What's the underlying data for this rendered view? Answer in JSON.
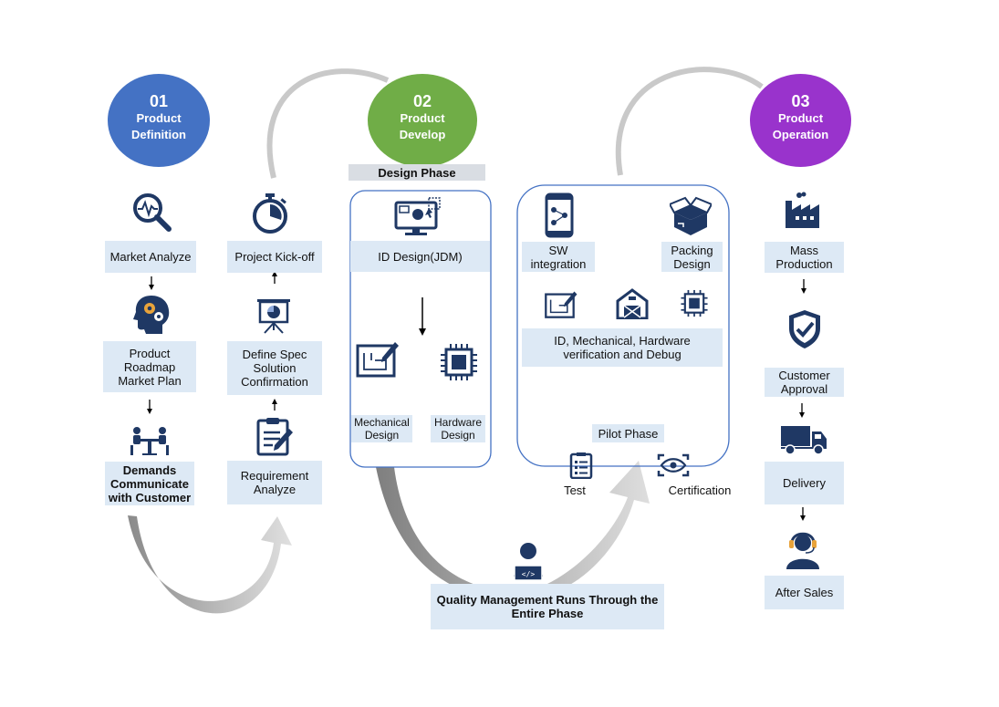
{
  "colors": {
    "blue": "#4472c4",
    "green": "#70ad47",
    "purple": "#9933cc",
    "icon": "#1f3864",
    "box": "#dde9f5"
  },
  "phase1": {
    "num": "01",
    "title_line1": "Product",
    "title_line2": "Definition",
    "steps": {
      "market": "Market Analyze",
      "roadmap": "Product\nRoadmap\nMarket Plan",
      "demands": "Demands\nCommunicate\nwith Customer",
      "kickoff": "Project Kick-off",
      "spec": "Define Spec\nSolution\nConfirmation",
      "requirement": "Requirement\nAnalyze"
    }
  },
  "phase2": {
    "num": "02",
    "title_line1": "Product",
    "title_line2": "Develop",
    "design_phase": "Design Phase",
    "id_design": "ID Design(JDM)",
    "mechanical": "Mechanical\nDesign",
    "hardware": "Hardware\nDesign",
    "sw": "SW\nintegration",
    "packing": "Packing\nDesign",
    "verification": "ID, Mechanical, Hardware\nverification and Debug",
    "pilot": "Pilot Phase",
    "test": "Test",
    "certification": "Certification",
    "quality": "Quality Management Runs Through the\nEntire Phase"
  },
  "phase3": {
    "num": "03",
    "title_line1": "Product",
    "title_line2": "Operation",
    "mass": "Mass\nProduction",
    "approval": "Customer\nApproval",
    "delivery": "Delivery",
    "aftersales": "After Sales"
  },
  "icons": [
    "magnifier-chart-icon",
    "head-gears-icon",
    "meeting-icon",
    "stopwatch-icon",
    "presentation-icon",
    "clipboard-icon",
    "computer-design-icon",
    "blueprint-icon",
    "chip-icon",
    "phone-app-icon",
    "box-icon",
    "barn-icon",
    "factory-icon",
    "shield-check-icon",
    "truck-icon",
    "support-agent-icon",
    "checklist-icon",
    "eye-scan-icon",
    "developer-icon"
  ]
}
